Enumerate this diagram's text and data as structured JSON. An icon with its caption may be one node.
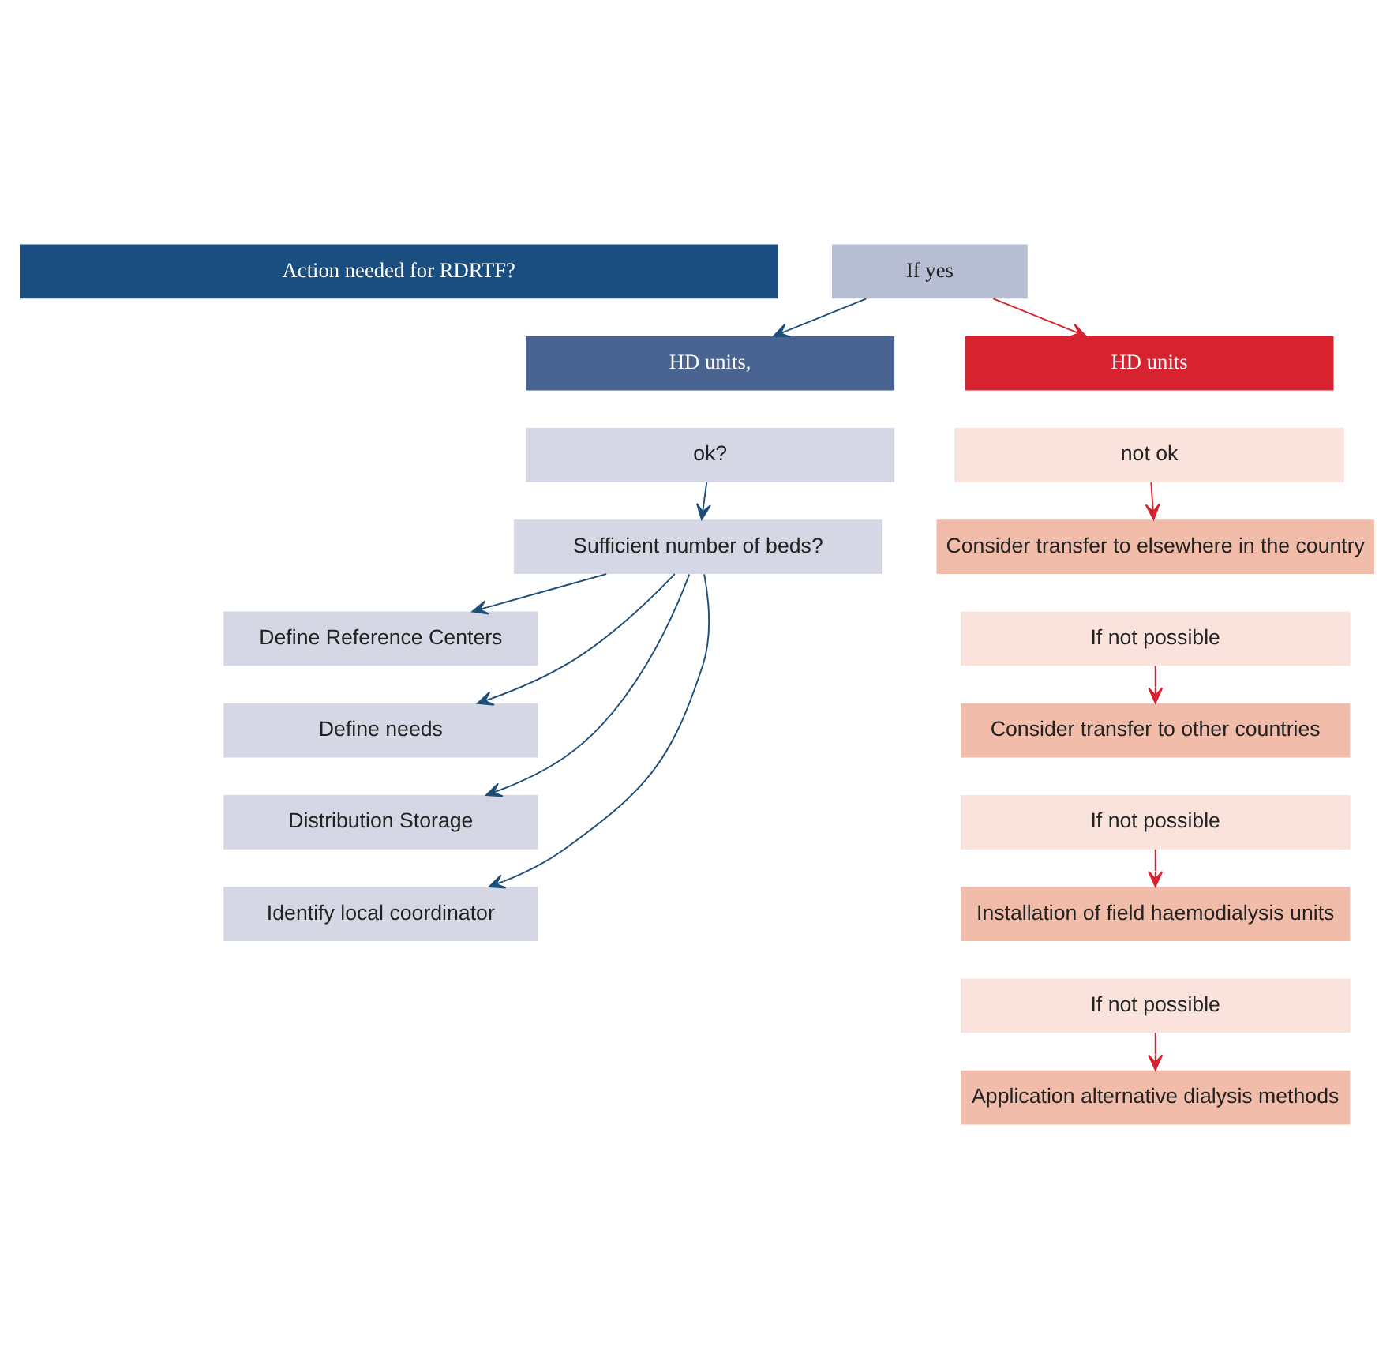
{
  "diagram": {
    "nodes": [
      {
        "text": [
          "Action needed for RDRTF?"
        ]
      },
      {
        "text": [
          "If yes"
        ]
      },
      {
        "text": [
          "HD units,"
        ]
      },
      {
        "text": [
          "ok?"
        ]
      },
      {
        "text": [
          "Sufficient number of beds?"
        ]
      },
      {
        "text": [
          "Define Reference Centers"
        ]
      },
      {
        "text": [
          "Define needs"
        ]
      },
      {
        "text": [
          "Distribution Storage"
        ]
      },
      {
        "text": [
          "Identify local coordinator"
        ]
      },
      {
        "text": [
          "HD units"
        ]
      },
      {
        "text": [
          "not ok"
        ]
      },
      {
        "text": [
          "Consider transfer to elsewhere in the country"
        ]
      },
      {
        "text": [
          "If not possible"
        ]
      },
      {
        "text": [
          "Consider transfer to other countries"
        ]
      },
      {
        "text": [
          "If not possible"
        ]
      },
      {
        "text": [
          "Installation of field haemodialysis units"
        ]
      },
      {
        "text": [
          "If not possible"
        ]
      },
      {
        "text": [
          "Application alternative dialysis methods"
        ]
      }
    ],
    "edges": [
      {
        "from": 1,
        "to": 2,
        "arrow": "to"
      },
      {
        "from": 1,
        "to": 9,
        "arrow": "to",
        "color": "#d7222f"
      },
      {
        "from": 3,
        "to": 4,
        "arrow": "to"
      },
      {
        "from": 4,
        "to": 5,
        "arrow": "to"
      },
      {
        "from": 4,
        "to": 6,
        "arrow": "to"
      },
      {
        "from": 4,
        "to": 7,
        "arrow": "to"
      },
      {
        "from": 4,
        "to": 8,
        "arrow": "to"
      },
      {
        "from": 10,
        "to": 11,
        "arrow": "to",
        "color": "#d7222f"
      },
      {
        "from": 12,
        "to": 13,
        "arrow": "to",
        "color": "#d7222f"
      },
      {
        "from": 14,
        "to": 15,
        "arrow": "to",
        "color": "#d7222f"
      },
      {
        "from": 16,
        "to": 17,
        "arrow": "to",
        "color": "#d7222f"
      }
    ]
  }
}
